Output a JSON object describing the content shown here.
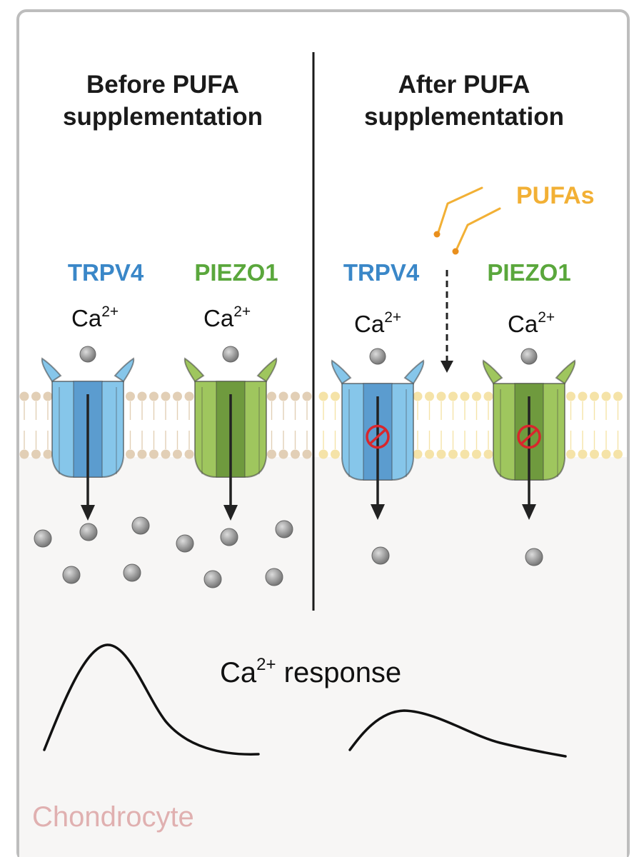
{
  "panels": {
    "before": {
      "title_line1": "Before PUFA",
      "title_line2": "supplementation"
    },
    "after": {
      "title_line1": "After PUFA",
      "title_line2": "supplementation"
    }
  },
  "channels": {
    "trpv4": {
      "label": "TRPV4",
      "color": "#3a87c8",
      "body_color": "#86c6ea",
      "core_color": "#5b9ccf"
    },
    "piezo1": {
      "label": "PIEZO1",
      "color": "#5aa73c",
      "body_color": "#9fc65e",
      "core_color": "#6f9a3e"
    }
  },
  "ion": {
    "base": "Ca",
    "charge": "2+"
  },
  "pufa": {
    "label": "PUFAs",
    "color": "#f2b035"
  },
  "response": {
    "base": "Ca",
    "charge": "2+",
    "suffix": " response"
  },
  "cell": {
    "label": "Chondrocyte",
    "color": "#e0b0b0"
  },
  "colors": {
    "membrane_before": "#e2cfb6",
    "membrane_after": "#f5e3a8",
    "cytoplasm": "#f7f6f5",
    "ion": "#8a8a8a",
    "block": "#d9262c"
  },
  "channel_state": {
    "before": "open",
    "after": "blocked"
  }
}
